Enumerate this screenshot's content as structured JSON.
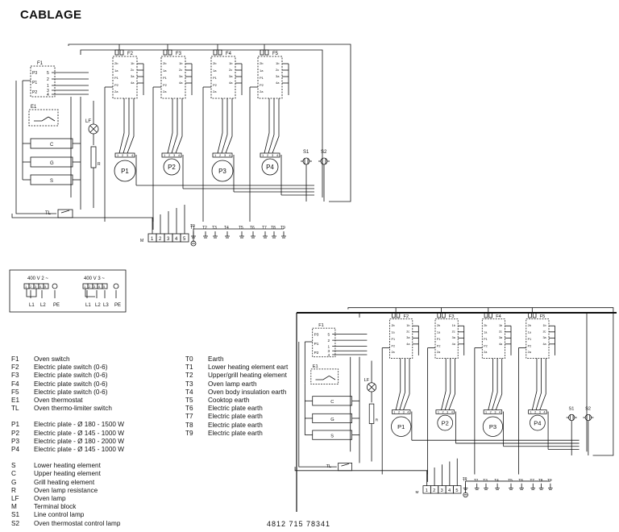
{
  "title": "CABLAGE",
  "document_number": "4812 715 78341",
  "switches": [
    "F1",
    "F2",
    "F3",
    "F4",
    "F5"
  ],
  "plates": [
    "P1",
    "P2",
    "P3",
    "P4"
  ],
  "lamps": [
    "S1",
    "S2"
  ],
  "elements": [
    "E1",
    "C",
    "G",
    "S",
    "LF",
    "R",
    "TL",
    "M"
  ],
  "f1_terms": [
    "P3",
    "P1",
    "P2",
    "5",
    "2",
    "1",
    "3",
    "4"
  ],
  "plate_switch_terms": [
    "2b",
    "1a",
    "P1",
    "P2",
    "2a",
    "1b",
    "2c",
    "3a",
    "4a"
  ],
  "terminal_block": [
    "1",
    "2",
    "3",
    "4",
    "5"
  ],
  "earths": [
    "T0",
    "T1",
    "T2",
    "T3",
    "T4",
    "T5",
    "T6",
    "T7",
    "T8",
    "T9"
  ],
  "supply": {
    "v2_label": "400 V 2 ~",
    "v3_label": "400 V 3 ~",
    "v2_terms": [
      "1",
      "2",
      "3",
      "4",
      "5"
    ],
    "v3_terms": [
      "1",
      "2",
      "3",
      "4",
      "5"
    ],
    "v2_phases": [
      "L1",
      "L2",
      "PE"
    ],
    "v3_phases": [
      "L1",
      "L2",
      "L3",
      "PE"
    ]
  },
  "legend_left": [
    [
      {
        "code": "F1",
        "text": "Oven switch"
      },
      {
        "code": "F2",
        "text": "Electric plate switch (0-6)"
      },
      {
        "code": "F3",
        "text": "Electric plate switch (0-6)"
      },
      {
        "code": "F4",
        "text": "Electric plate switch (0-6)"
      },
      {
        "code": "F5",
        "text": "Electric plate switch (0-6)"
      },
      {
        "code": "E1",
        "text": "Oven thermostat"
      },
      {
        "code": "TL",
        "text": "Oven thermo-limiter switch"
      }
    ],
    [
      {
        "code": "P1",
        "text": "Electric plate - Ø 180 - 1500 W"
      },
      {
        "code": "P2",
        "text": "Electric plate - Ø 145 - 1000 W"
      },
      {
        "code": "P3",
        "text": "Electric plate - Ø 180 - 2000 W"
      },
      {
        "code": "P4",
        "text": "Electric plate - Ø 145 - 1000 W"
      }
    ],
    [
      {
        "code": "S",
        "text": "Lower heating element"
      },
      {
        "code": "C",
        "text": "Upper heating element"
      },
      {
        "code": "G",
        "text": "Grill heating element"
      },
      {
        "code": "R",
        "text": "Oven lamp resistance"
      },
      {
        "code": "LF",
        "text": "Oven lamp"
      },
      {
        "code": "M",
        "text": "Terminal block"
      },
      {
        "code": "S1",
        "text": "Line control lamp"
      },
      {
        "code": "S2",
        "text": "Oven thermostat control lamp"
      }
    ]
  ],
  "legend_right": [
    {
      "code": "T0",
      "text": "Earth"
    },
    {
      "code": "T1",
      "text": "Lower heating element eart"
    },
    {
      "code": "T2",
      "text": "Upper/grill heating element"
    },
    {
      "code": "T3",
      "text": "Oven lamp earth"
    },
    {
      "code": "T4",
      "text": "Oven body insulation earth"
    },
    {
      "code": "T5",
      "text": "Cooktop earth"
    },
    {
      "code": "T6",
      "text": "Electric plate earth"
    },
    {
      "code": "T7",
      "text": "Electric plate earth"
    },
    {
      "code": "T8",
      "text": "Electric plate earth"
    },
    {
      "code": "T9",
      "text": "Electric plate earth"
    }
  ]
}
